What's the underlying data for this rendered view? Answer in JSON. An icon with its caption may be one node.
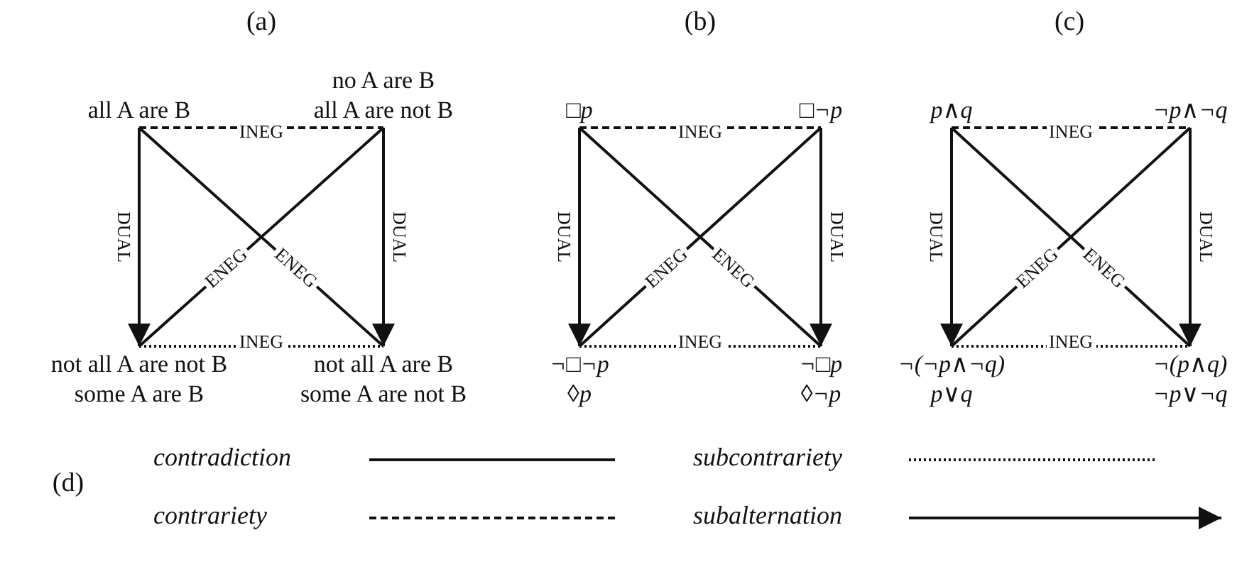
{
  "diagram": {
    "nodes": [
      {
        "text": [
          "all A are B"
        ]
      },
      {
        "text": [
          "no A are B",
          "all A are not B"
        ]
      },
      {
        "text": [
          "not all A are not B",
          "some A are B"
        ]
      },
      {
        "text": [
          "not all A are B",
          "some A are not B"
        ]
      },
      {
        "text": [
          "□p"
        ]
      },
      {
        "text": [
          "□¬p"
        ]
      },
      {
        "text": [
          "¬□¬p",
          "◊p"
        ]
      },
      {
        "text": [
          "¬□p",
          "◊¬p"
        ]
      },
      {
        "text": [
          "p∧q"
        ]
      },
      {
        "text": [
          "¬p∧¬q"
        ]
      },
      {
        "text": [
          "¬(¬p∧¬q)",
          "p∨q"
        ]
      },
      {
        "text": [
          "¬(p∧q)",
          "¬p∨¬q"
        ]
      }
    ],
    "edges": [
      {
        "from": 0,
        "to": 1,
        "arrow": "none",
        "label": "INEG",
        "style": "dashed"
      },
      {
        "from": 0,
        "to": 2,
        "arrow": "to",
        "label": "DUAL"
      },
      {
        "from": 0,
        "to": 3,
        "arrow": "none",
        "label": "ENEG"
      },
      {
        "from": 1,
        "to": 2,
        "arrow": "none",
        "label": "ENEG"
      },
      {
        "from": 1,
        "to": 3,
        "arrow": "to",
        "label": "DUAL"
      },
      {
        "from": 2,
        "to": 3,
        "arrow": "none",
        "label": "INEG",
        "style": "dashed"
      },
      {
        "from": 4,
        "to": 5,
        "arrow": "none",
        "label": "INEG",
        "style": "dashed"
      },
      {
        "from": 4,
        "to": 6,
        "arrow": "to",
        "label": "DUAL"
      },
      {
        "from": 4,
        "to": 7,
        "arrow": "none",
        "label": "ENEG"
      },
      {
        "from": 5,
        "to": 6,
        "arrow": "none",
        "label": "ENEG"
      },
      {
        "from": 5,
        "to": 7,
        "arrow": "to",
        "label": "DUAL"
      },
      {
        "from": 6,
        "to": 7,
        "arrow": "none",
        "label": "INEG",
        "style": "dashed"
      },
      {
        "from": 8,
        "to": 9,
        "arrow": "none",
        "label": "INEG",
        "style": "dashed"
      },
      {
        "from": 8,
        "to": 10,
        "arrow": "to",
        "label": "DUAL"
      },
      {
        "from": 8,
        "to": 11,
        "arrow": "none",
        "label": "ENEG"
      },
      {
        "from": 9,
        "to": 10,
        "arrow": "none",
        "label": "ENEG"
      },
      {
        "from": 9,
        "to": 11,
        "arrow": "to",
        "label": "DUAL"
      },
      {
        "from": 10,
        "to": 11,
        "arrow": "none",
        "label": "INEG",
        "style": "dashed"
      }
    ],
    "labels": [
      "(a)",
      "(b)",
      "(c)",
      "(d)"
    ],
    "legend": [
      {
        "text": "contradiction"
      },
      {
        "text": "contrariety"
      },
      {
        "text": "subcontrariety"
      },
      {
        "text": "subalternation"
      }
    ]
  }
}
